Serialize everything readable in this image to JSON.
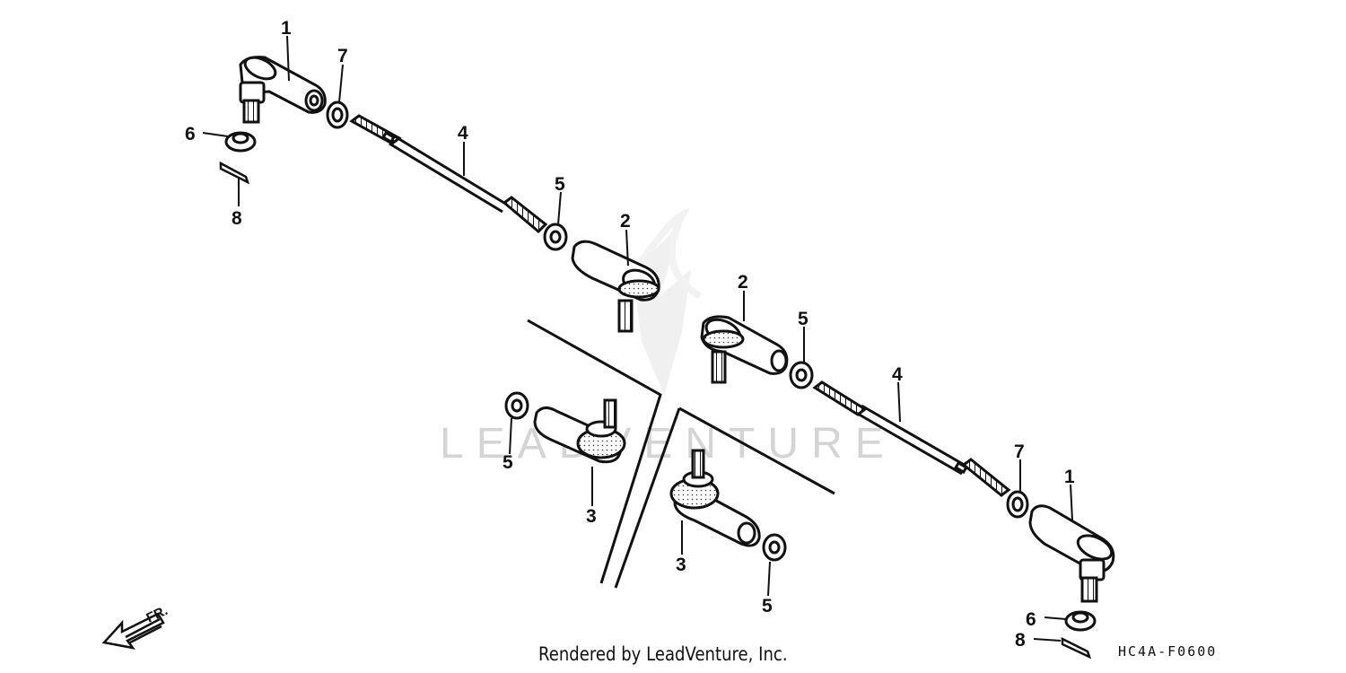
{
  "watermark": {
    "text": "LEADVENTURE"
  },
  "footer": {
    "credit": "Rendered by LeadVenture, Inc.",
    "code": "HC4A-F0600"
  },
  "direction": {
    "label": "FR."
  },
  "callouts": {
    "c1a": "1",
    "c7a": "7",
    "c6a": "6",
    "c8a": "8",
    "c4a": "4",
    "c5a": "5",
    "c2a": "2",
    "c2b": "2",
    "c5b": "5",
    "c4b": "4",
    "c7b": "7",
    "c1b": "1",
    "c5c": "5",
    "c3a": "3",
    "c3b": "3",
    "c5d": "5",
    "c6b": "6",
    "c8b": "8"
  }
}
